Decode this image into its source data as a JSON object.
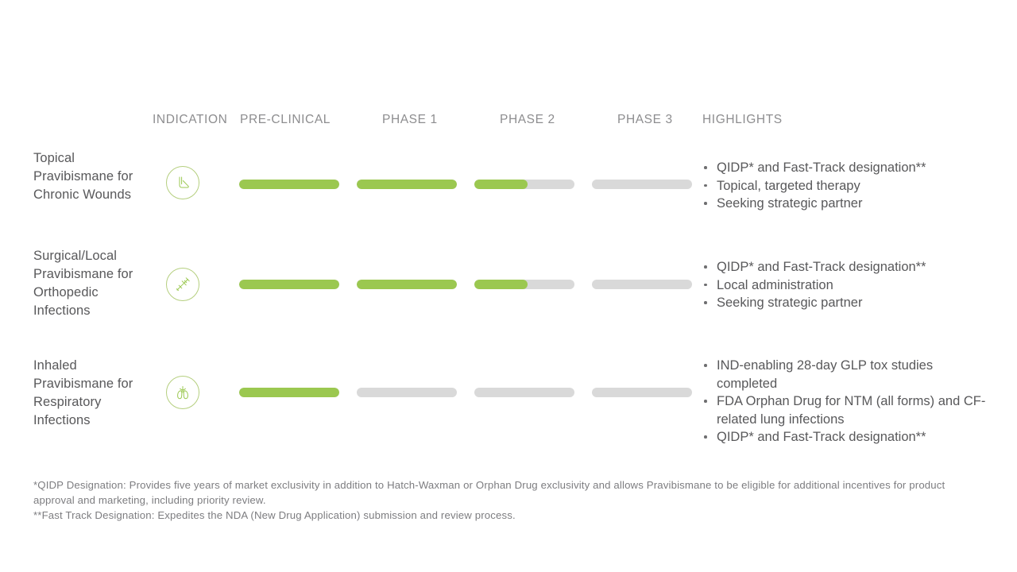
{
  "columns": {
    "indication": "INDICATION",
    "preclinical": "PRE-CLINICAL",
    "phase1": "PHASE 1",
    "phase2": "PHASE 2",
    "phase3": "PHASE 3",
    "highlights": "HIGHLIGHTS"
  },
  "colors": {
    "fill_green": "#9bc850",
    "track_gray": "#d9d9d9",
    "icon_ring": "#b5cf7f",
    "header_text": "#8d8d8f",
    "body_text": "#58585a"
  },
  "rows": [
    {
      "label": "Topical Pravibismane for Chronic Wounds",
      "icon": "foot-icon",
      "progress": [
        100,
        100,
        53,
        0
      ],
      "highlights": [
        "QIDP* and Fast-Track designation**",
        "Topical, targeted therapy",
        "Seeking strategic partner"
      ]
    },
    {
      "label": "Surgical/Local Pravibismane for Orthopedic Infections",
      "icon": "syringe-icon",
      "progress": [
        100,
        100,
        53,
        0
      ],
      "highlights": [
        "QIDP* and Fast-Track designation**",
        "Local administration",
        "Seeking strategic partner"
      ]
    },
    {
      "label": "Inhaled Pravibismane for Respiratory Infections",
      "icon": "lungs-icon",
      "progress": [
        100,
        0,
        0,
        0
      ],
      "highlights": [
        "IND-enabling 28-day GLP tox studies completed",
        "FDA Orphan Drug for NTM (all forms) and CF-related lung infections",
        "QIDP* and Fast-Track designation**"
      ]
    }
  ],
  "footnotes": [
    "*QIDP Designation: Provides five years of market exclusivity in addition to Hatch-Waxman or Orphan Drug exclusivity and allows Pravibismane to be eligible for additional incentives for product approval and marketing, including priority review.",
    "**Fast Track Designation: Expedites the NDA (New Drug Application) submission and review process."
  ]
}
